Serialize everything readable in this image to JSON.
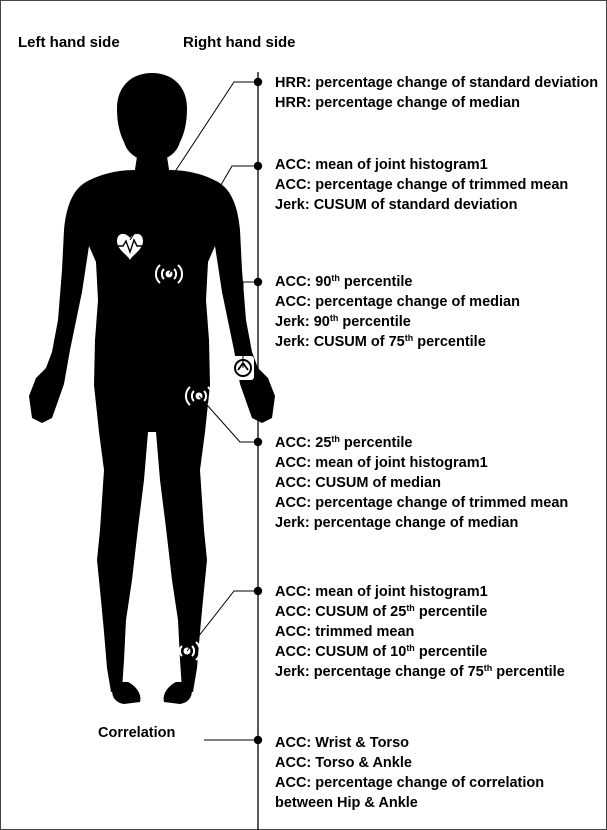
{
  "header": {
    "left": "Left hand side",
    "right": "Right hand side"
  },
  "blocks": [
    {
      "id": "hrr",
      "lines": [
        "HRR: percentage change of standard deviation",
        "HRR: percentage change of median"
      ]
    },
    {
      "id": "torso",
      "lines": [
        "ACC: mean of joint histogram1",
        "ACC: percentage change of trimmed mean",
        "Jerk: CUSUM of standard deviation"
      ]
    },
    {
      "id": "wrist",
      "lines": [
        "ACC: 90^th^ percentile",
        "ACC: percentage change of median",
        "Jerk: 90^th^ percentile",
        "Jerk: CUSUM of 75^th^ percentile"
      ]
    },
    {
      "id": "hip",
      "lines": [
        "ACC: 25^th^ percentile",
        "ACC: mean of joint histogram1",
        "ACC: CUSUM of median",
        "ACC: percentage change of trimmed mean",
        "Jerk: percentage change of median"
      ]
    },
    {
      "id": "ankle",
      "lines": [
        "ACC: mean of joint histogram1",
        "ACC: CUSUM of 25^th^ percentile",
        "ACC: trimmed mean",
        "ACC: CUSUM of 10^th^ percentile",
        "Jerk: percentage change of 75^th^ percentile"
      ]
    },
    {
      "id": "correlation",
      "lines": [
        "ACC: Wrist & Torso",
        "ACC: Torso & Ankle",
        "ACC: percentage change of correlation between Hip & Ankle"
      ]
    }
  ],
  "correlation_label": "Correlation",
  "icons": {
    "heart": "heart-rate-icon",
    "sensor": "accelerometer-signal-icon",
    "watch": "wrist-sensor-icon"
  },
  "colors": {
    "silhouette": "#000000",
    "line": "#000000",
    "background": "#ffffff"
  }
}
